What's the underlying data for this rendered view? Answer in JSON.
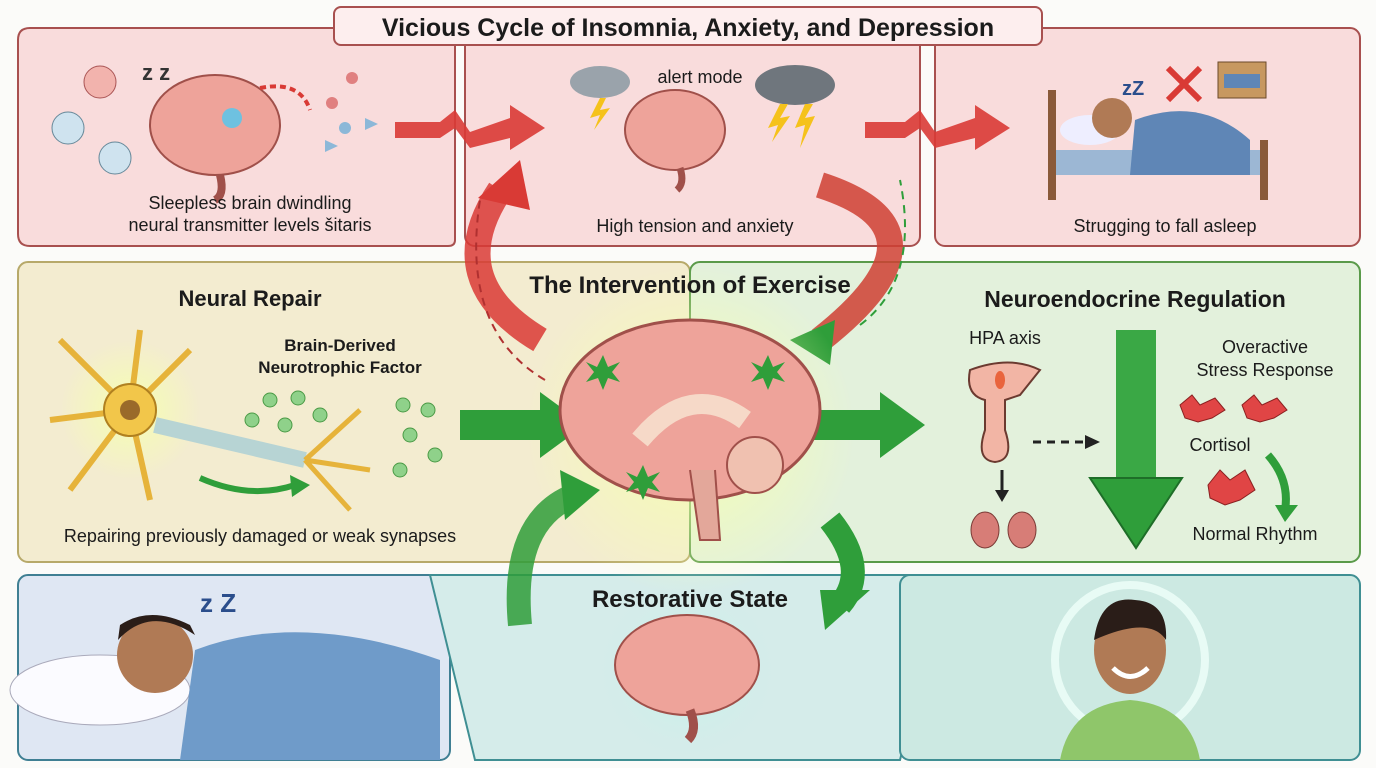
{
  "title": "Vicious Cycle of Insomnia, Anxiety, and Depression",
  "top_panels": [
    {
      "caption_line1": "Sleepless brain dwindling",
      "caption_line2": "neural transmitter levels šitaris"
    },
    {
      "label": "alert mode",
      "caption": "High tension and anxiety"
    },
    {
      "caption": "Strugging to fall asleep"
    }
  ],
  "zzz": "Z Z",
  "center_title": "The Intervention of Exercise",
  "neural_repair": {
    "title": "Neural Repair",
    "factor_line1": "Brain-Derived",
    "factor_line2": "Neurotrophic Factor",
    "caption": "Repairing previously damaged or weak synapses"
  },
  "neuroendocrine": {
    "title": "Neuroendocrine Regulation",
    "hpa": "HPA axis",
    "stress_line1": "Overactive",
    "stress_line2": "Stress Response",
    "cortisol": "Cortisol",
    "normal": "Normal Rhythm"
  },
  "restorative": {
    "title": "Restorative State"
  },
  "colors": {
    "pink_panel": "#f9dcdc",
    "pink_border": "#a8504f",
    "yellow_panel": "#f3ecd0",
    "green_panel": "#e3f1dc",
    "green_arrow": "#2f9e3a",
    "red_arrow": "#d93a35",
    "brain": "#eea39a"
  }
}
